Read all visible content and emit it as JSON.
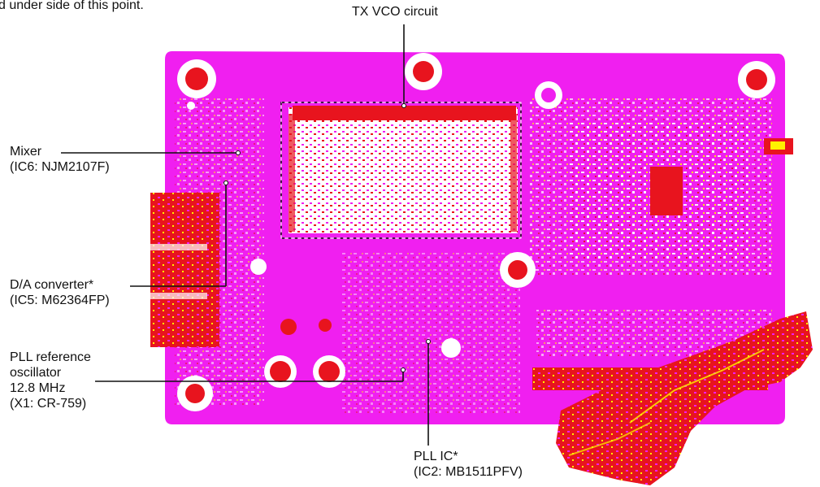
{
  "header_note": "d under side of this point.",
  "colors": {
    "board": "#f01ff0",
    "trace": "#e8141e",
    "highlight": "#fff200",
    "hole": "#ffffff",
    "leader": "#111111"
  },
  "callouts": {
    "tx_vco": {
      "line1": "TX VCO circuit"
    },
    "mixer": {
      "line1": "Mixer",
      "line2": "(IC6: NJM2107F)"
    },
    "da_converter": {
      "line1": "D/A converter*",
      "line2": "(IC5: M62364FP)"
    },
    "pll_ref": {
      "line1": "PLL reference",
      "line2": "oscillator",
      "line3": "12.8 MHz",
      "line4": "(X1: CR-759)"
    },
    "pll_ic": {
      "line1": "PLL IC*",
      "line2": "(IC2: MB1511PFV)"
    }
  }
}
